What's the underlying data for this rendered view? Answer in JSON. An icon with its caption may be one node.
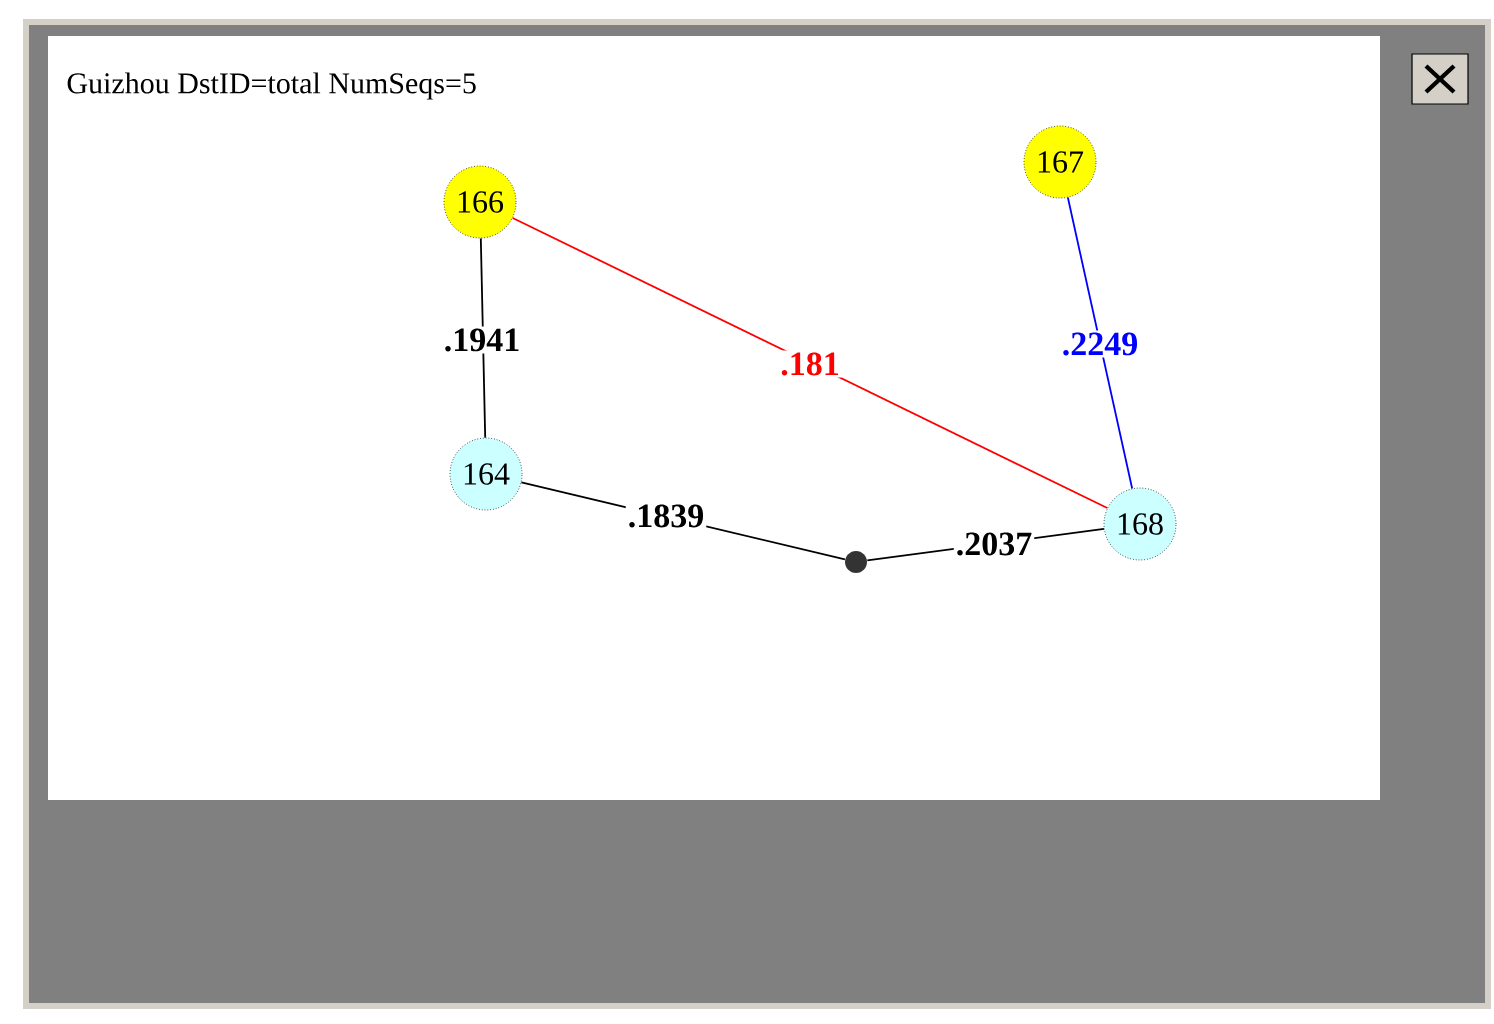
{
  "diagram": {
    "title": "Guizhou DstID=total NumSeqs=5",
    "nodes": [
      {
        "text": [
          "166"
        ]
      },
      {
        "text": [
          "167"
        ]
      },
      {
        "text": [
          "164"
        ]
      },
      {
        "text": [
          "168"
        ]
      },
      {
        "text": [],
        "shape": "circle"
      }
    ],
    "edges": [
      {
        "from": 0,
        "to": 2,
        "arrow": "none",
        "label": ".1941"
      },
      {
        "from": 0,
        "to": 3,
        "arrow": "none",
        "label": ".181",
        "color": "#ff0000"
      },
      {
        "from": 1,
        "to": 3,
        "arrow": "none",
        "label": ".2249",
        "color": "#0000ff"
      },
      {
        "from": 2,
        "to": 4,
        "arrow": "none",
        "label": ".1839"
      },
      {
        "from": 4,
        "to": 3,
        "arrow": "none",
        "label": ".2037"
      }
    ]
  }
}
